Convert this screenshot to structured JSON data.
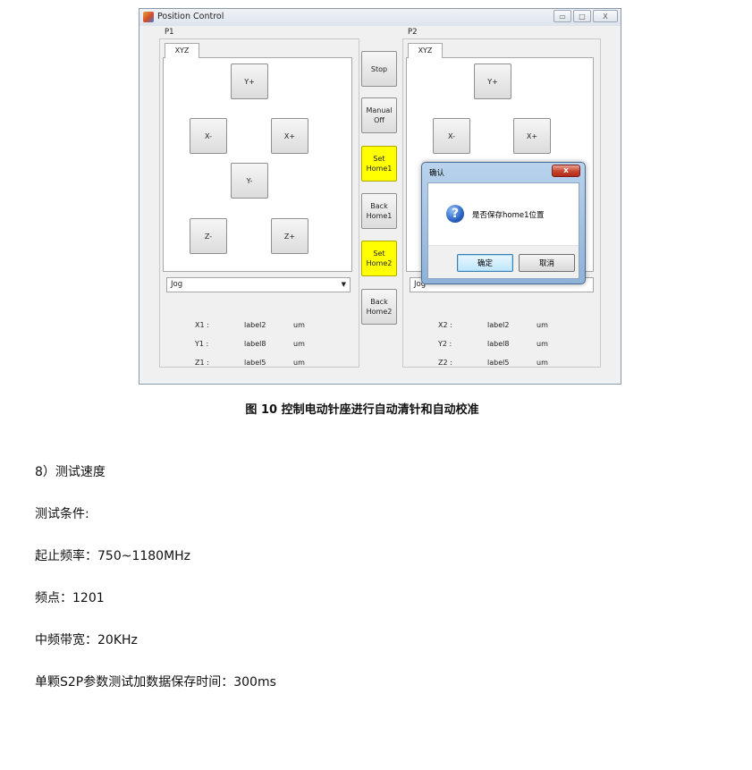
{
  "window": {
    "title": "Position Control",
    "buttons": {
      "minimize": "▭",
      "maximize": "□",
      "close": "X"
    }
  },
  "panel1": {
    "group_label": "P1",
    "tab": "XYZ",
    "buttons": {
      "y_plus": "Y+",
      "x_minus": "X-",
      "x_plus": "X+",
      "y_minus": "Y-",
      "z_minus": "Z-",
      "z_plus": "Z+"
    },
    "mode": "Jog",
    "readouts": [
      {
        "axis": "X1 :",
        "value": "label2",
        "unit": "um"
      },
      {
        "axis": "Y1 :",
        "value": "label8",
        "unit": "um"
      },
      {
        "axis": "Z1 :",
        "value": "label5",
        "unit": "um"
      }
    ]
  },
  "panel2": {
    "group_label": "P2",
    "tab": "XYZ",
    "buttons": {
      "y_plus": "Y+",
      "x_minus": "X-",
      "x_plus": "X+"
    },
    "mode": "Jog",
    "readouts": [
      {
        "axis": "X2 :",
        "value": "label2",
        "unit": "um"
      },
      {
        "axis": "Y2 :",
        "value": "label8",
        "unit": "um"
      },
      {
        "axis": "Z2 :",
        "value": "label5",
        "unit": "um"
      }
    ]
  },
  "center_buttons": {
    "stop": "Stop",
    "manual_off": [
      "Manual",
      "Off"
    ],
    "set_home1": [
      "Set",
      "Home1"
    ],
    "back_home1": [
      "Back",
      "Home1"
    ],
    "set_home2": [
      "Set",
      "Home2"
    ],
    "back_home2": [
      "Back",
      "Home2"
    ]
  },
  "colors": {
    "highlight_button": "#ffff00"
  },
  "dialog": {
    "title": "确认",
    "message": "是否保存home1位置",
    "ok": "确定",
    "cancel": "取消",
    "icon": "question-icon"
  },
  "document": {
    "caption": "图 10  控制电动针座进行自动清针和自动校准",
    "paragraphs": [
      "8）测试速度",
      "测试条件:",
      "起止频率：750~1180MHz",
      "频点：1201",
      "中频带宽：20KHz",
      "单颗S2P参数测试加数据保存时间：300ms"
    ]
  }
}
